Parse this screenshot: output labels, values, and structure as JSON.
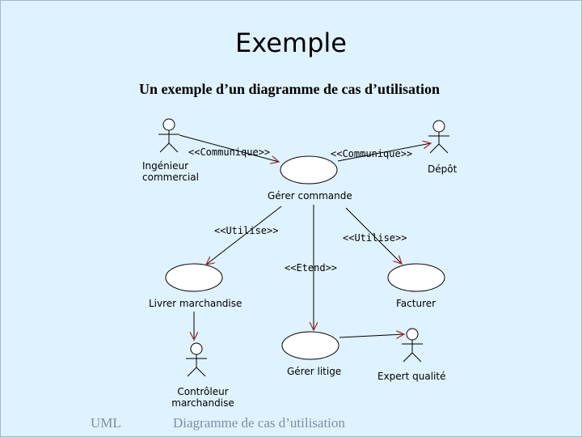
{
  "slide": {
    "title": "Exemple",
    "subtitle": "Un  exemple d’un diagramme de cas d’utilisation"
  },
  "actors": {
    "ingenieur": "Ingénieur\ncommercial",
    "depot": "Dépôt",
    "controleur": "Contrôleur\nmarchandise",
    "expert": "Expert qualité"
  },
  "use_cases": {
    "gerer_commande": "Gérer commande",
    "livrer": "Livrer marchandise",
    "facturer": "Facturer",
    "gerer_litige": "Gérer litige"
  },
  "stereotypes": {
    "communique_left": "<<Communique>>",
    "communique_right": "<<Communique>>",
    "utilise_left": "<<Utilise>>",
    "utilise_right": "<<Utilise>>",
    "etend": "<<Etend>>"
  },
  "footer": {
    "left": "UML",
    "center": "Diagramme de cas d’utilisation"
  }
}
